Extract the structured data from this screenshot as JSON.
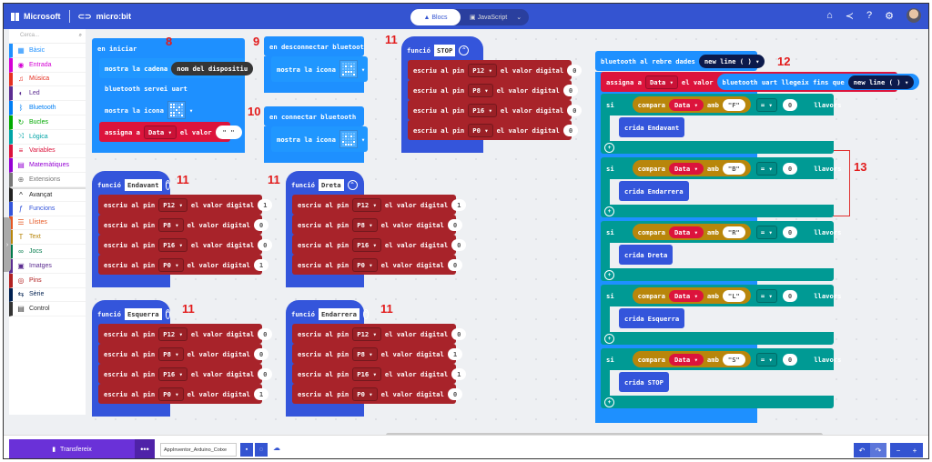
{
  "topbar": {
    "brand_ms": "Microsoft",
    "brand_mb": "micro:bit",
    "tab_blocks": "Blocs",
    "tab_js": "JavaScript"
  },
  "sidebar": {
    "search_placeholder": "Cerca...",
    "categories": [
      {
        "label": "Bàsic",
        "icon": "grid-icon",
        "glyph": "▦",
        "color": "#1e90ff"
      },
      {
        "label": "Entrada",
        "icon": "input-icon",
        "glyph": "◉",
        "color": "#d400d4"
      },
      {
        "label": "Música",
        "icon": "headphones-icon",
        "glyph": "♫",
        "color": "#e63022"
      },
      {
        "label": "Led",
        "icon": "toggle-icon",
        "glyph": "◐",
        "color": "#5c2d91"
      },
      {
        "label": "Bluetooth",
        "icon": "bluetooth-icon",
        "glyph": "ᛒ",
        "color": "#007ef4"
      },
      {
        "label": "Bucles",
        "icon": "loop-icon",
        "glyph": "↻",
        "color": "#00aa00"
      },
      {
        "label": "Lògica",
        "icon": "shuffle-icon",
        "glyph": "⤨",
        "color": "#00a4a6"
      },
      {
        "label": "Variables",
        "icon": "list-icon",
        "glyph": "≡",
        "color": "#dc143c"
      },
      {
        "label": "Matemàtiques",
        "icon": "calculator-icon",
        "glyph": "▤",
        "color": "#9400d3"
      },
      {
        "label": "Extensions",
        "icon": "plus-circle-icon",
        "glyph": "⊕",
        "color": "#777777"
      },
      {
        "label": "Avançat",
        "icon": "chevron-up-icon",
        "glyph": "^",
        "color": "#222222"
      },
      {
        "label": "Funcions",
        "icon": "function-icon",
        "glyph": "ƒ",
        "color": "#3455db"
      },
      {
        "label": "Llistes",
        "icon": "list-icon",
        "glyph": "☰",
        "color": "#e65722"
      },
      {
        "label": "Text",
        "icon": "text-icon",
        "glyph": "T",
        "color": "#b8860b"
      },
      {
        "label": "Jocs",
        "icon": "gamepad-icon",
        "glyph": "∞",
        "color": "#007a4b"
      },
      {
        "label": "Imatges",
        "icon": "image-icon",
        "glyph": "▣",
        "color": "#5c2d91"
      },
      {
        "label": "Pins",
        "icon": "pin-icon",
        "glyph": "◎",
        "color": "#b22222"
      },
      {
        "label": "Sèrie",
        "icon": "usb-icon",
        "glyph": "⇆",
        "color": "#002050"
      },
      {
        "label": "Control",
        "icon": "control-icon",
        "glyph": "▤",
        "color": "#333333"
      }
    ]
  },
  "labels": {
    "func": "funció",
    "write_pin": "escriu al pin",
    "digital_value": "el valor digital",
    "if": "si",
    "then": "llavors",
    "compare": "compara",
    "with": "amb",
    "call": "crida",
    "eq": "=",
    "zero": "0",
    "var": "Data",
    "assign": "assigna a",
    "value": "el valor"
  },
  "on_start": {
    "title": "en iniciar",
    "show_string": "mostra la cadena",
    "string_value": "nom del dispositiu",
    "uart": "bluetooth servei uart",
    "show_icon": "mostra la icona",
    "assign_value": "\" \"",
    "annotation": "8"
  },
  "on_disconnect": {
    "title": "en desconnectar bluetooth",
    "show_icon": "mostra la icona",
    "annotation": "9"
  },
  "on_connect": {
    "title": "en connectar bluetooth",
    "show_icon": "mostra la icona",
    "annotation": "10"
  },
  "functions": [
    {
      "name": "STOP",
      "annotation": "11",
      "pins": [
        {
          "pin": "P12",
          "value": "0"
        },
        {
          "pin": "P8",
          "value": "0"
        },
        {
          "pin": "P16",
          "value": "0"
        },
        {
          "pin": "P0",
          "value": "0"
        }
      ]
    },
    {
      "name": "Endavant",
      "annotation": "11",
      "pins": [
        {
          "pin": "P12",
          "value": "1"
        },
        {
          "pin": "P8",
          "value": "0"
        },
        {
          "pin": "P16",
          "value": "0"
        },
        {
          "pin": "P0",
          "value": "1"
        }
      ]
    },
    {
      "name": "Dreta",
      "annotation": "11",
      "pins": [
        {
          "pin": "P12",
          "value": "1"
        },
        {
          "pin": "P8",
          "value": "0"
        },
        {
          "pin": "P16",
          "value": "0"
        },
        {
          "pin": "P0",
          "value": "0"
        }
      ]
    },
    {
      "name": "Esquerra",
      "annotation": "11",
      "pins": [
        {
          "pin": "P12",
          "value": "0"
        },
        {
          "pin": "P8",
          "value": "0"
        },
        {
          "pin": "P16",
          "value": "0"
        },
        {
          "pin": "P0",
          "value": "1"
        }
      ]
    },
    {
      "name": "Endarrera",
      "annotation": "11",
      "pins": [
        {
          "pin": "P12",
          "value": "0"
        },
        {
          "pin": "P8",
          "value": "1"
        },
        {
          "pin": "P16",
          "value": "1"
        },
        {
          "pin": "P0",
          "value": "0"
        }
      ]
    }
  ],
  "on_receive": {
    "title": "bluetooth al rebre dades",
    "delimiter": "new line ( )",
    "annotation": "12",
    "read_until": "bluetooth uart llegeix fins que",
    "conditions": [
      {
        "char": "\"F\"",
        "call": "Endavant"
      },
      {
        "char": "\"B\"",
        "call": "Endarrera"
      },
      {
        "char": "\"R\"",
        "call": "Dreta"
      },
      {
        "char": "\"L\"",
        "call": "Esquerra"
      },
      {
        "char": "\"S\"",
        "call": "STOP"
      }
    ],
    "highlight_annotation": "13"
  },
  "bottombar": {
    "download": "Transfereix",
    "more": "•••",
    "project_name": "AppInventor_Arduino_Cotxe"
  }
}
